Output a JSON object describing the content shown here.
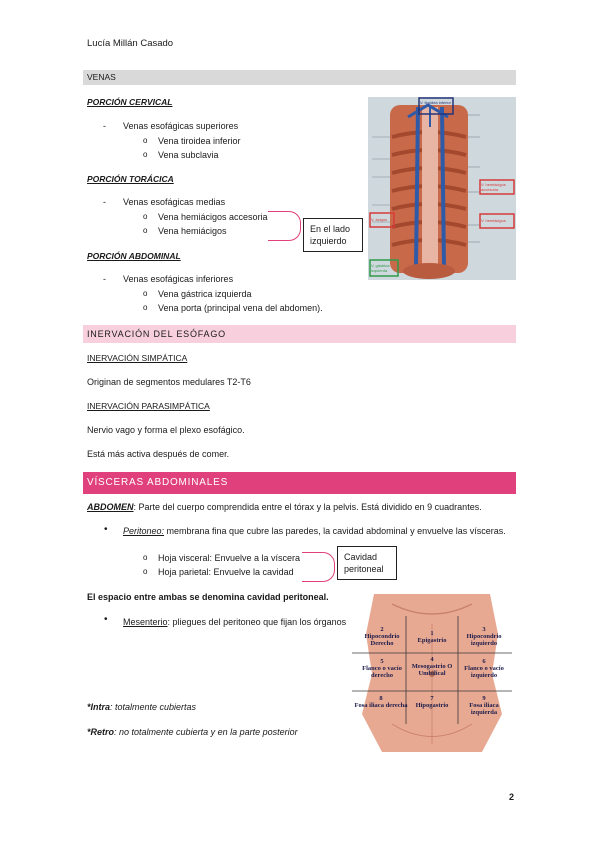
{
  "header": {
    "author": "Lucía Millán Casado"
  },
  "venas": {
    "title": "VENAS",
    "cervical": {
      "title": "PORCIÓN CERVICAL",
      "main": "Venas esofágicas superiores",
      "items": [
        "Vena tiroidea inferior",
        "Vena subclavia"
      ]
    },
    "toracica": {
      "title": "PORCIÓN TORÁCICA",
      "main": "Venas esofágicas medias",
      "items": [
        "Vena hemiácigos accesoria",
        "Vena hemiácigos"
      ],
      "note": [
        "En el lado",
        "izquierdo"
      ]
    },
    "abdominal": {
      "title": "PORCIÓN ABDOMINAL",
      "main": "Venas esofágicas inferiores",
      "items": [
        "Vena gástrica izquierda",
        "Vena porta (principal vena del abdomen)."
      ]
    }
  },
  "inervacion": {
    "title": "INERVACIÓN DEL ESÓFAGO",
    "simpatica_title": "INERVACIÓN SIMPÁTICA",
    "simpatica_text": "Originan de segmentos medulares T2-T6",
    "parasimpatica_title": "INERVACIÓN PARASIMPÁTICA",
    "parasimpatica_text1": "Nervio vago y forma el plexo esofágico.",
    "parasimpatica_text2": "Está más activa después de comer."
  },
  "visceras": {
    "title": "VÍSCERAS ABDOMINALES",
    "abdomen_term": "ABDOMEN",
    "abdomen_def": ": Parte del cuerpo comprendida entre el tórax y la pelvis. Está dividido en 9 cuadrantes.",
    "peritoneo_term": "Peritoneo:",
    "peritoneo_def": " membrana fina que cubre las paredes, la cavidad abdominal y envuelve las vísceras.",
    "hojas": [
      "Hoja visceral: Envuelve a la víscera",
      "Hoja parietal: Envuelve la cavidad"
    ],
    "cavidad_note": [
      "Cavidad",
      "peritoneal"
    ],
    "espacio": "El espacio entre ambas se denomina cavidad peritoneal.",
    "mesenterio_term": "Mesenterio",
    "mesenterio_def": ": pliegues del peritoneo que fijan los órganos",
    "intra_term": "*Intra",
    "intra_def": ": totalmente cubiertas",
    "retro_term": "*Retro",
    "retro_def": ": no totalmente cubierta y en la parte posterior"
  },
  "figure_esophagus": {
    "labels": [
      "V. tiroidea inferior",
      "V. ácigos",
      "V. hemiácigos accesoria",
      "V. hemiácigos",
      "V. gástrica izquierda"
    ]
  },
  "figure_regions": {
    "regions": [
      {
        "num": "2",
        "name": "Hipocondrio Derecho"
      },
      {
        "num": "1",
        "name": "Epigastrio"
      },
      {
        "num": "3",
        "name": "Hipocondrio izquierdo"
      },
      {
        "num": "5",
        "name": "Flanco o vacío derecho"
      },
      {
        "num": "4",
        "name": "Mesogastrio O Umbilical"
      },
      {
        "num": "6",
        "name": "Flanco o vacío izquierdo"
      },
      {
        "num": "8",
        "name": "Fosa iliaca derecha"
      },
      {
        "num": "7",
        "name": "Hipogastrio"
      },
      {
        "num": "9",
        "name": "Fosa iliaca izquierda"
      }
    ]
  },
  "page_number": "2"
}
